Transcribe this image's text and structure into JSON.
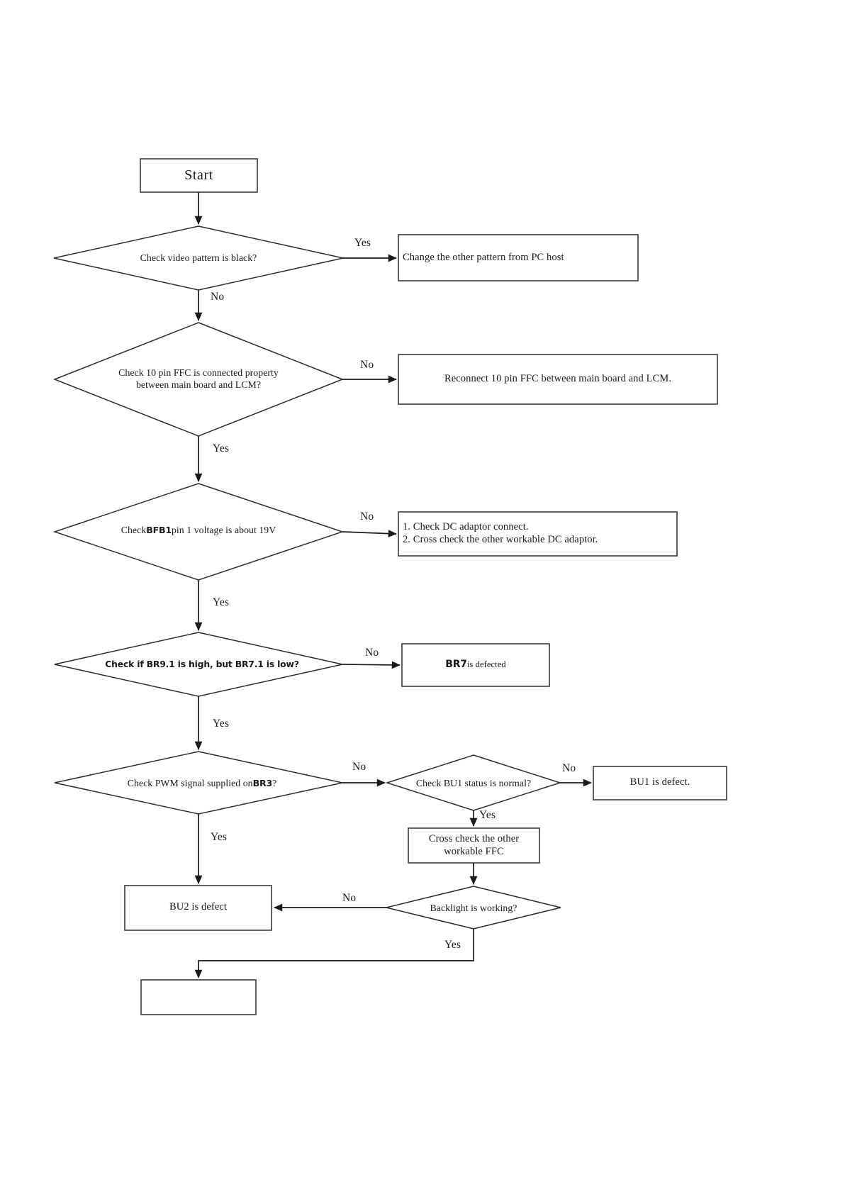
{
  "diagram": {
    "title": "No display / backlight troubleshooting flowchart",
    "colors": {
      "stroke": "#262626",
      "background": "#ffffff",
      "text": "#1a1a1a"
    }
  },
  "nodes": {
    "start": {
      "label": "Start",
      "shape": "process"
    },
    "d1": {
      "label": "Check video pattern is black?",
      "shape": "decision"
    },
    "a1": {
      "label": "Change the other pattern from PC host",
      "shape": "process"
    },
    "d2": {
      "label": "Check 10 pin FFC is connected property\nbetween main board and LCM?",
      "shape": "decision"
    },
    "a2": {
      "label": "Reconnect 10 pin FFC between main board and LCM.",
      "shape": "process"
    },
    "d3": {
      "label_pre": "Check ",
      "label_code": "BFB1",
      "label_post": " pin 1 voltage is about 19V",
      "shape": "decision"
    },
    "a3": {
      "line1": "1. Check DC adaptor connect.",
      "line2": "2. Cross check the other workable DC adaptor.",
      "shape": "process"
    },
    "d4": {
      "label": "Check if BR9.1 is high, but BR7.1 is low?",
      "shape": "decision"
    },
    "a4": {
      "label_code": "BR7",
      "label_post": " is defected",
      "shape": "process"
    },
    "d5": {
      "label_pre": "Check PWM signal supplied on ",
      "label_code": "BR3",
      "label_post": " ?",
      "shape": "decision"
    },
    "d6": {
      "label": "Check BU1 status is normal?",
      "shape": "decision"
    },
    "a5": {
      "label": "BU1 is defect.",
      "shape": "process"
    },
    "a6": {
      "label": "Cross check the other\nworkable FFC",
      "shape": "process"
    },
    "d7": {
      "label": "Backlight is working?",
      "shape": "decision"
    },
    "a7": {
      "label": "BU2 is defect",
      "shape": "process"
    },
    "end": {
      "label": "",
      "shape": "process"
    }
  },
  "edges": [
    {
      "from": "start",
      "to": "d1",
      "label": ""
    },
    {
      "from": "d1",
      "to": "a1",
      "label": "Yes"
    },
    {
      "from": "d1",
      "to": "d2",
      "label": "No"
    },
    {
      "from": "d2",
      "to": "a2",
      "label": "No"
    },
    {
      "from": "d2",
      "to": "d3",
      "label": "Yes"
    },
    {
      "from": "d3",
      "to": "a3",
      "label": "No"
    },
    {
      "from": "d3",
      "to": "d4",
      "label": "Yes"
    },
    {
      "from": "d4",
      "to": "a4",
      "label": "No"
    },
    {
      "from": "d4",
      "to": "d5",
      "label": "Yes"
    },
    {
      "from": "d5",
      "to": "d6",
      "label": "No"
    },
    {
      "from": "d5",
      "to": "a7",
      "label": "Yes"
    },
    {
      "from": "d6",
      "to": "a5",
      "label": "No"
    },
    {
      "from": "d6",
      "to": "a6",
      "label": "Yes"
    },
    {
      "from": "a6",
      "to": "d7",
      "label": ""
    },
    {
      "from": "d7",
      "to": "a7",
      "label": "No"
    },
    {
      "from": "d7",
      "to": "end",
      "label": "Yes"
    }
  ],
  "edge_labels": {
    "d1_yes": "Yes",
    "d1_no": "No",
    "d2_no": "No",
    "d2_yes": "Yes",
    "d3_no": "No",
    "d3_yes": "Yes",
    "d4_no": "No",
    "d4_yes": "Yes",
    "d5_no": "No",
    "d5_yes": "Yes",
    "d6_no": "No",
    "d6_yes": "Yes",
    "d7_no": "No",
    "d7_yes": "Yes"
  }
}
